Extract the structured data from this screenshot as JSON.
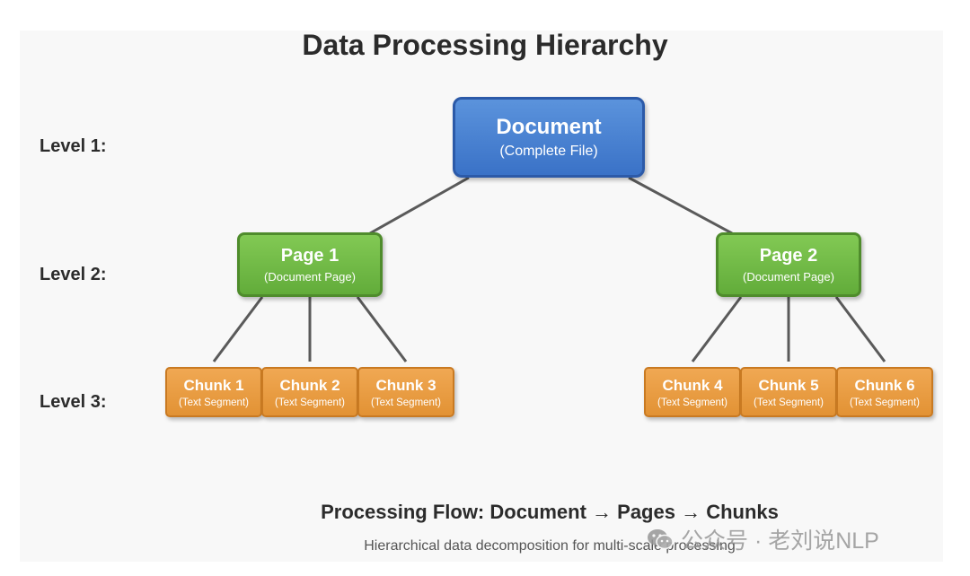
{
  "title": "Data Processing Hierarchy",
  "levels": [
    "Level 1:",
    "Level 2:",
    "Level 3:"
  ],
  "document": {
    "title": "Document",
    "subtitle": "(Complete File)"
  },
  "pages": [
    {
      "title": "Page 1",
      "subtitle": "(Document Page)"
    },
    {
      "title": "Page 2",
      "subtitle": "(Document Page)"
    }
  ],
  "chunks": [
    {
      "title": "Chunk 1",
      "subtitle": "(Text Segment)"
    },
    {
      "title": "Chunk 2",
      "subtitle": "(Text Segment)"
    },
    {
      "title": "Chunk 3",
      "subtitle": "(Text Segment)"
    },
    {
      "title": "Chunk 4",
      "subtitle": "(Text Segment)"
    },
    {
      "title": "Chunk 5",
      "subtitle": "(Text Segment)"
    },
    {
      "title": "Chunk 6",
      "subtitle": "(Text Segment)"
    }
  ],
  "flow": {
    "title": "Processing Flow: Document → Pages → Chunks",
    "subtitle": "Hierarchical data decomposition for multi-scale processing"
  },
  "watermark": {
    "text": "公众号 · 老刘说NLP",
    "icon": "wechat-icon"
  },
  "colors": {
    "document": "#3a72c7",
    "page": "#62ac3a",
    "chunk": "#e29234",
    "connector": "#5a5a5a"
  }
}
